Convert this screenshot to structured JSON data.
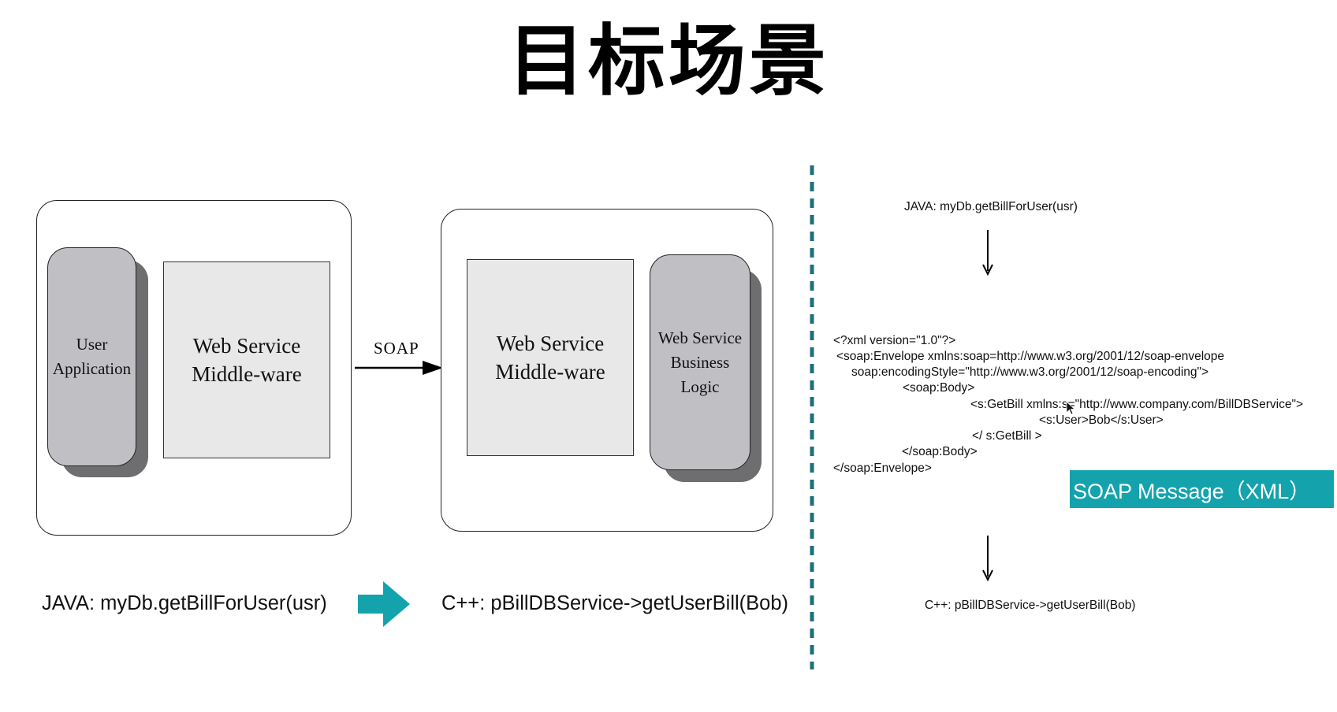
{
  "title": "目标场景",
  "client": {
    "user_application": [
      "User",
      "Application"
    ],
    "middleware": [
      "Web Service",
      "Middle-ware"
    ]
  },
  "transport_label": "SOAP",
  "server": {
    "middleware": [
      "Web Service",
      "Middle-ware"
    ],
    "business_logic": [
      "Web Service",
      "Business",
      "Logic"
    ]
  },
  "bottom": {
    "java_call": "JAVA:  myDb.getBillForUser(usr)",
    "cpp_call": "C++: pBillDBService->getUserBill(Bob)"
  },
  "right_panel": {
    "java_call": "JAVA:  myDb.getBillForUser(usr)",
    "xml_lines": [
      "<?xml version=\"1.0\"?>",
      "<soap:Envelope xmlns:soap=http://www.w3.org/2001/12/soap-envelope",
      "soap:encodingStyle=\"http://www.w3.org/2001/12/soap-encoding\">",
      "<soap:Body>",
      "<s:GetBill xmlns:s=\"http://www.company.com/BillDBService\">",
      "<s:User>Bob</s:User>",
      "</ s:GetBill >",
      "</soap:Body>",
      "</soap:Envelope>"
    ],
    "badge": "SOAP Message（XML）",
    "cpp_call": "C++: pBillDBService->getUserBill(Bob)"
  },
  "colors": {
    "accent_teal": "#14a3ad",
    "divider": "#1f6f7a",
    "pill_fill": "#c0c0c4",
    "rect_fill": "#e8e8e8"
  }
}
